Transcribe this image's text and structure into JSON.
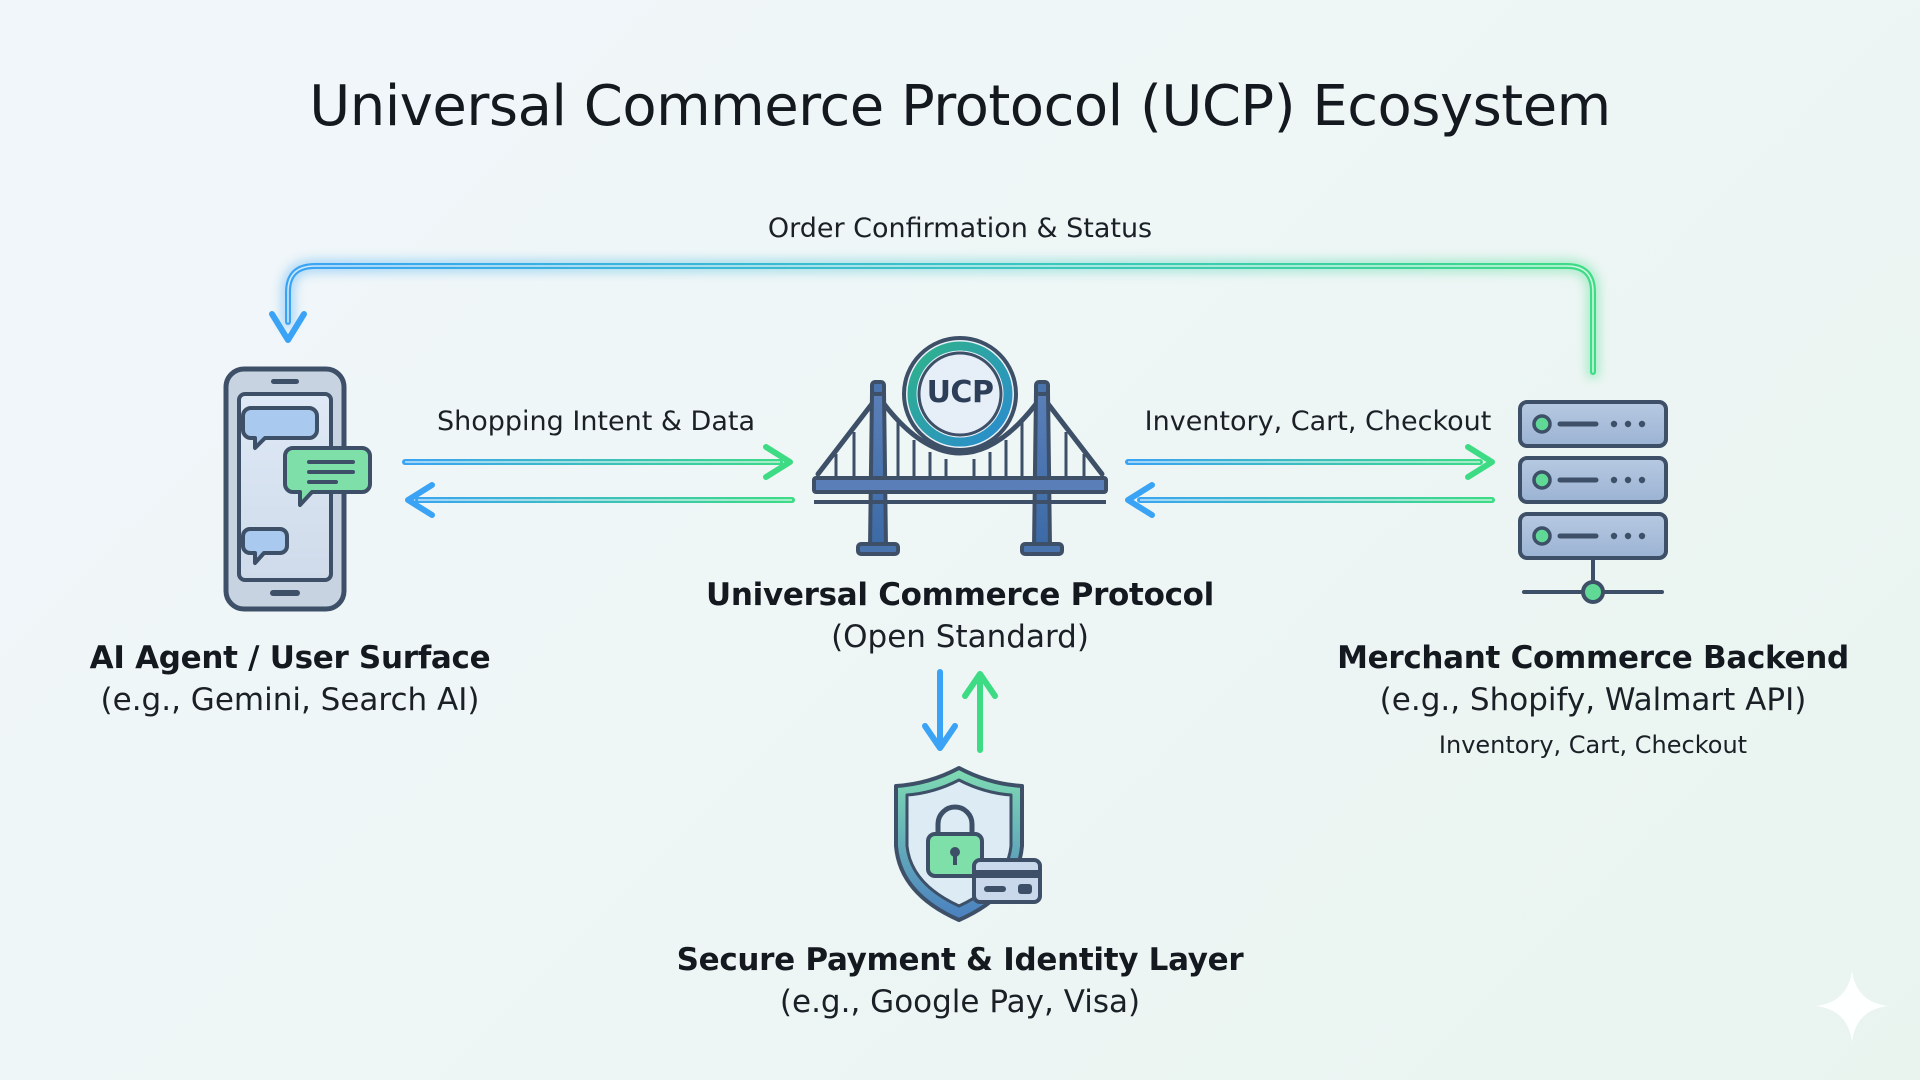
{
  "diagram": {
    "title": "Universal Commerce Protocol (UCP) Ecosystem",
    "flows": {
      "top_loop": "Order Confirmation & Status",
      "left_link": "Shopping Intent & Data",
      "right_link": "Inventory, Cart, Checkout"
    },
    "nodes": {
      "agent": {
        "title": "AI Agent / User Surface",
        "subtitle": "(e.g., Gemini, Search AI)"
      },
      "protocol": {
        "badge": "UCP",
        "title": "Universal Commerce Protocol",
        "subtitle": "(Open Standard)"
      },
      "merchant": {
        "title": "Merchant Commerce Backend",
        "subtitle": "(e.g., Shopify, Walmart API)",
        "note": "Inventory, Cart, Checkout"
      },
      "payment": {
        "title": "Secure Payment & Identity Layer",
        "subtitle": "(e.g., Google Pay, Visa)"
      }
    },
    "colors": {
      "blue": "#3aa3f5",
      "green": "#3ddc84",
      "outline": "#3d5068"
    },
    "icons": [
      "smartphone-chat-icon",
      "suspension-bridge-icon",
      "server-stack-icon",
      "shield-lock-card-icon",
      "sparkle-icon"
    ]
  }
}
